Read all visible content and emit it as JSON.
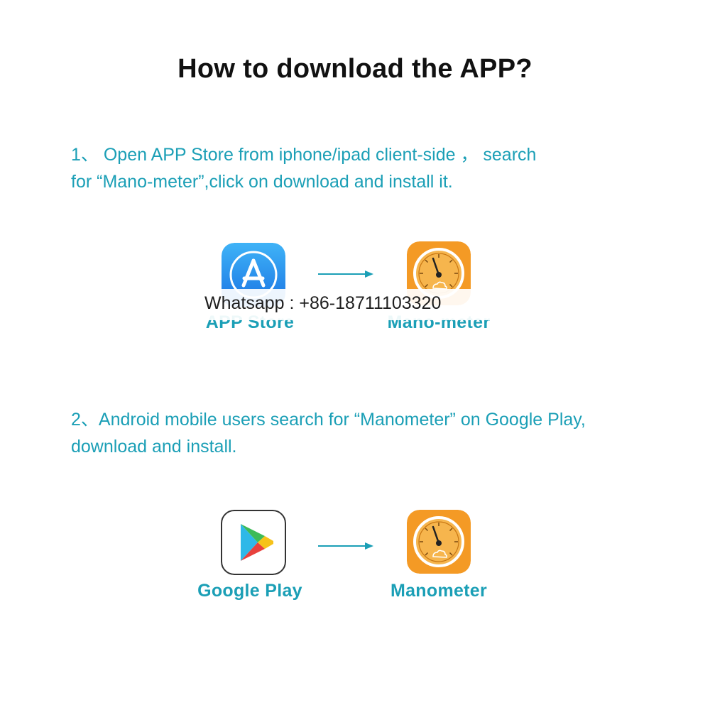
{
  "page": {
    "title": "How to download the APP?"
  },
  "steps": [
    {
      "line1": "1、 Open APP Store from iphone/ipad client-side ， search",
      "line2": "for “Mano-meter”,click on download and install it."
    },
    {
      "line1": "2、Android mobile users search for “Manometer” on Google Play,",
      "line2": "download and install."
    }
  ],
  "flows": [
    {
      "source_label": "APP Store",
      "source_icon": "app-store-icon",
      "target_label": "Mano-meter",
      "target_icon": "manometer-app-icon"
    },
    {
      "source_label": "Google Play",
      "source_icon": "google-play-icon",
      "target_label": "Manometer",
      "target_icon": "manometer-app-icon"
    }
  ],
  "overlay": {
    "text": "Whatsapp : +86-18711103320"
  },
  "colors": {
    "accent": "#1b9fb6",
    "title": "#111111",
    "gauge_orange": "#f49a25",
    "appstore_blue": "#2a8ff0"
  }
}
